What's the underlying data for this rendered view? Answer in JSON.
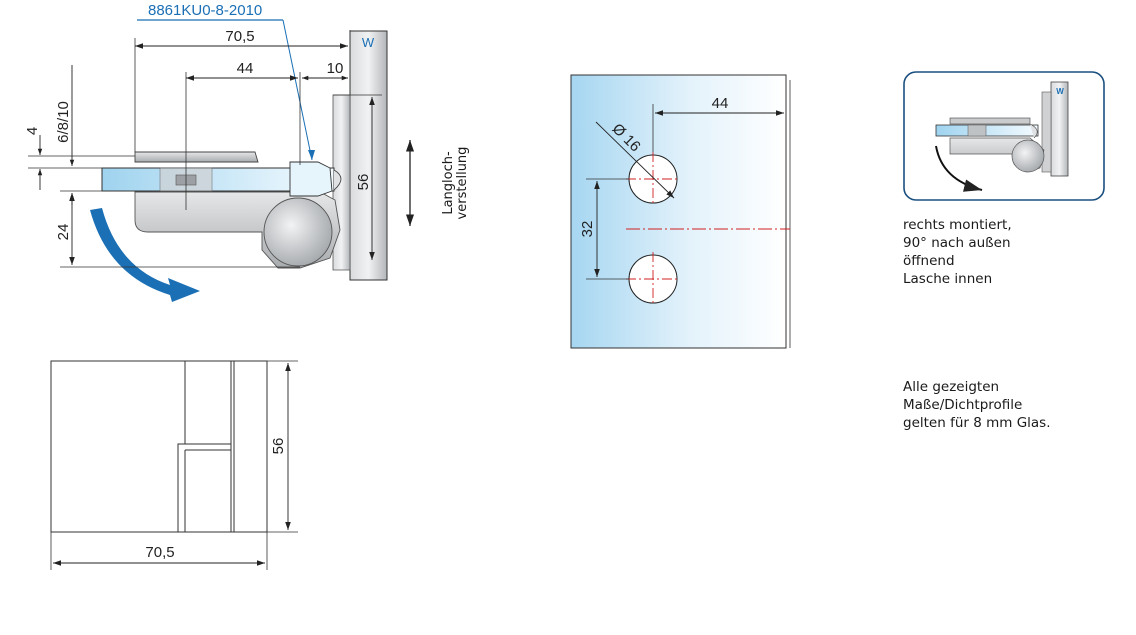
{
  "part_number": "8861KU0-8-2010",
  "wall_marker": "W",
  "side_view": {
    "dim_total_width": "70,5",
    "dim_hole_to_edge": "44",
    "dim_offset": "10",
    "dim_height": "56",
    "dim_glass_range": "6/8/10",
    "dim_glass_gap": "4",
    "dim_body_depth": "24",
    "slot_label_line1": "Langloch-",
    "slot_label_line2": "verstellung"
  },
  "front_view": {
    "dim_width": "70,5",
    "dim_height": "56"
  },
  "glass_view": {
    "dim_edge_distance": "44",
    "dim_hole_diameter": "Ø 16",
    "dim_hole_spacing": "32"
  },
  "mounting_icon": {
    "wall_marker": "W"
  },
  "mounting_text": [
    "rechts montiert,",
    "90° nach außen",
    "öffnend",
    "Lasche innen"
  ],
  "glass_note": [
    "Alle gezeigten",
    "Maße/Dichtprofile",
    "gelten für 8 mm Glas."
  ],
  "colors": {
    "accent_blue": "#1a6fb5",
    "glass_blue": "#a8d8f0",
    "metal_grey": "#c8cacc",
    "centerline_red": "#d02020"
  }
}
